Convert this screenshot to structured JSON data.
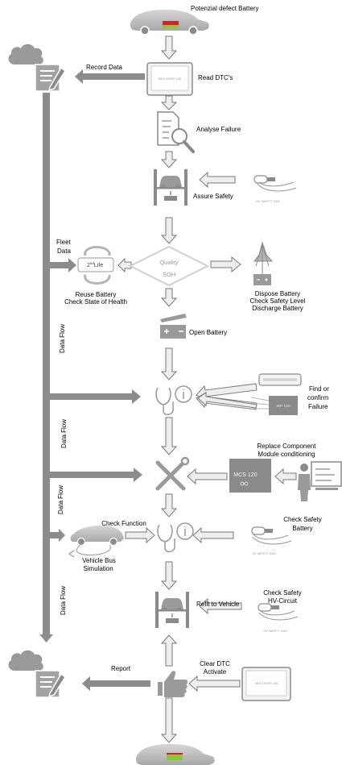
{
  "steps": {
    "start": "Potenzial defect Battery",
    "record_data": "Record Data",
    "read_dtc": "Read DTC's",
    "analyse": "Analyse Failure",
    "assure_safety": "Assure Safety",
    "quality": "Quality",
    "soh": "SOH",
    "second_life": "Life",
    "fleet_data": [
      "Fleet",
      "Data"
    ],
    "reuse": [
      "Reuse Battery",
      "Check State of Health"
    ],
    "dispose": [
      "Dispose Battery",
      "Check Safety Level",
      "Discharge Battery"
    ],
    "open_battery": "Open Battery",
    "find_failure": [
      "Find or",
      "confirm",
      "Failure"
    ],
    "replace": [
      "Replace Component",
      "Module conditioning"
    ],
    "check_function": "Check Function",
    "vehicle_bus": [
      "Vehicle Bus",
      "Simulation"
    ],
    "check_safety_battery": [
      "Check Safety",
      "Battery"
    ],
    "refit": "Refit to Vehicle",
    "check_safety_hv": [
      "Check Safety",
      "HV-Circuit"
    ],
    "report": "Report",
    "clear_dtc": [
      "Clear DTC",
      "Activate"
    ],
    "data_flow": "Data Flow"
  },
  "devices": {
    "mes_drive": "MES DRIVE 180",
    "hv_safety": "HV SAFETY 2000",
    "mcs": "MCS 120",
    "wp": "WP 120"
  },
  "colors": {
    "arrow_fill": "#eeeeee",
    "arrow_stroke": "#7a7a7a",
    "dark_arrow": "#8c8c8c",
    "icon_gray": "#9a9a9a",
    "battery_red": "#d2232a",
    "battery_green": "#8dc63f"
  }
}
